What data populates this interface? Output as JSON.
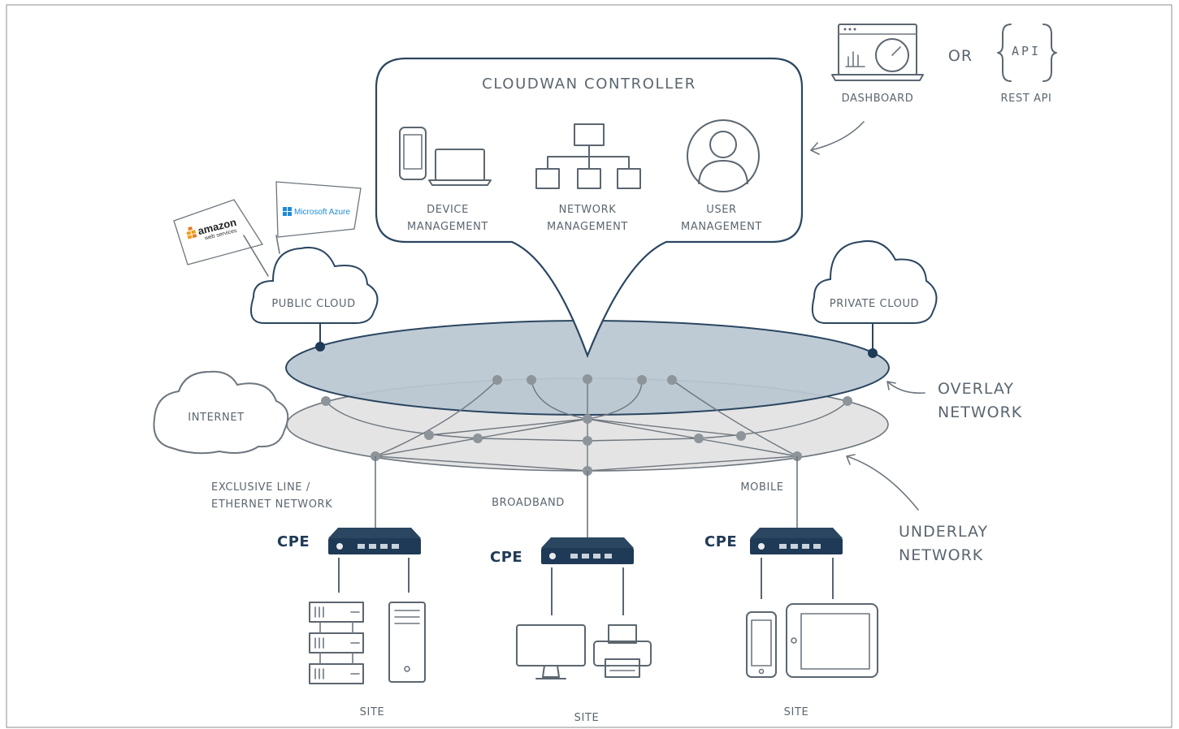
{
  "controller": {
    "title": "CLOUDWAN CONTROLLER",
    "items": [
      {
        "line1": "DEVICE",
        "line2": "MANAGEMENT"
      },
      {
        "line1": "NETWORK",
        "line2": "MANAGEMENT"
      },
      {
        "line1": "USER",
        "line2": "MANAGEMENT"
      }
    ]
  },
  "interfaces": {
    "dashboard": "DASHBOARD",
    "or": "OR",
    "api_glyph": "API",
    "rest_api": "REST API"
  },
  "clouds": {
    "public": "PUBLIC CLOUD",
    "private": "PRIVATE CLOUD",
    "internet": "INTERNET"
  },
  "vendors": {
    "amazon": "amazon",
    "amazon_sub": "web services",
    "azure": "Microsoft Azure"
  },
  "layers": {
    "overlay_1": "OVERLAY",
    "overlay_2": "NETWORK",
    "underlay_1": "UNDERLAY",
    "underlay_2": "NETWORK"
  },
  "links": {
    "exclusive_1": "EXCLUSIVE LINE /",
    "exclusive_2": "ETHERNET NETWORK",
    "broadband": "BROADBAND",
    "mobile": "MOBILE"
  },
  "cpe": {
    "label": "CPE"
  },
  "sites": {
    "left": "SITE",
    "center": "SITE",
    "right": "SITE"
  },
  "colors": {
    "ink": "#5b6670",
    "navy": "#1f3a56",
    "overlay": "#b9c7d1",
    "underlay": "#e4e4e5"
  }
}
